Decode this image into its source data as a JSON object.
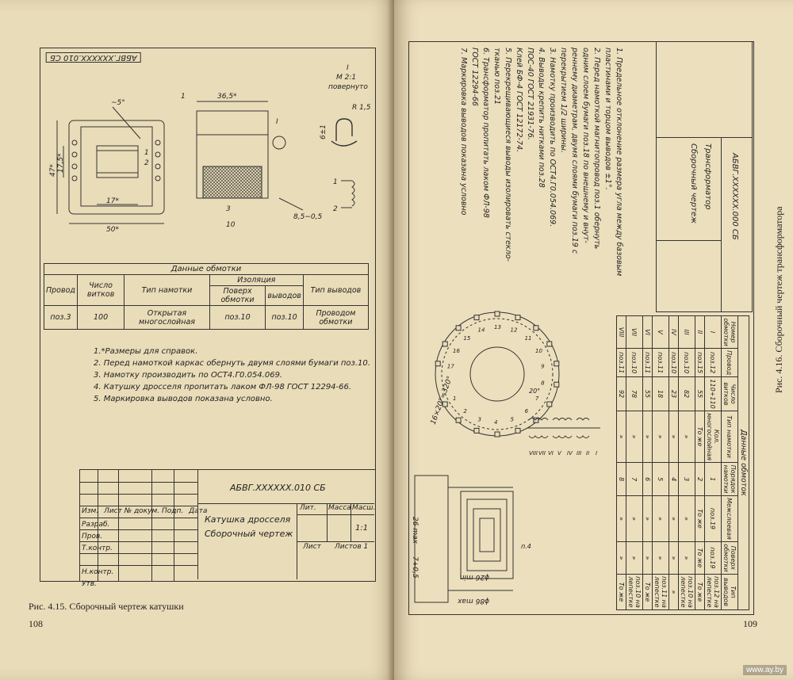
{
  "left_page": {
    "doc_code_top": "АБВГ.XXXXXX.010 СБ",
    "detail_view": {
      "roman": "I",
      "scale": "М 2:1",
      "note": "повернуто",
      "dim_r": "R 1,5",
      "dim_6": "6±1"
    },
    "dims": {
      "angle": "~5°",
      "d36": "36,5*",
      "d47": "47*",
      "d17_5": "17,5*",
      "d17": "17*",
      "d50": "50*",
      "d8": "8,5−0,5",
      "pos1": "1",
      "pos2": "2",
      "pos3": "3",
      "pos10": "10",
      "callout_I": "I",
      "lead1": "1",
      "lead2": "2"
    },
    "winding_table": {
      "title": "Данные обмотки",
      "h_wire": "Провод",
      "h_turns": "Число витков",
      "h_type": "Тип намотки",
      "h_insulation": "Изоляция",
      "h_over": "Поверх обмотки",
      "h_leads_ins": "выводов",
      "h_lead_type": "Тип выводов",
      "r_wire": "поз.3",
      "r_turns": "100",
      "r_type": "Открытая многослойная",
      "r_over": "поз.10",
      "r_leads_ins": "поз.10",
      "r_lead_type": "Проводом обмотки"
    },
    "notes": [
      "1.*Размеры для справок.",
      "2. Перед намоткой каркас обернуть двумя слоями бумаги поз.10.",
      "3. Намотку производить по ОСТ4.Г0.054.069.",
      "4. Катушку дросселя пропитать лаком ФЛ-98 ГОСТ 12294-66.",
      "5. Маркировка выводов показана условно."
    ],
    "title_block": {
      "code": "АБВГ.XXXXXX.010 СБ",
      "name1": "Катушка дросселя",
      "name2": "Сборочный чертеж",
      "lit": "Лит.",
      "mass": "Масса",
      "scale_h": "Масш.",
      "scale": "1:1",
      "sheet": "Лист",
      "sheets": "Листов 1",
      "rows": [
        "Изм.",
        "Лист",
        "№ докум.",
        "Подп.",
        "Дата"
      ],
      "roles": [
        "Разраб.",
        "Пров.",
        "Т.контр.",
        "",
        "Н.контр.",
        "Утв."
      ]
    },
    "caption": "Рис. 4.15. Сборочный чертеж катушки",
    "page_number": "108"
  },
  "right_page": {
    "caption": "Рис. 4.16. Сборочный чертеж трансформатора",
    "page_number": "109",
    "doc_code": "АБВГ.XXXXXX.000 СБ",
    "title1": "Трансформатор",
    "title2": "Сборочный чертеж",
    "notes": [
      "1. Предельное отклонение размера угла между базовым",
      "пластинами и торцом выводов ±1°.",
      "2. Перед намоткой магнитопровод поз.1 обернуть",
      "одним слоем бумаги поз.18 по внешнему и внут-",
      "реннему диаметрам, двумя слоями бумаги поз.19 с",
      "перекрытием 1/2 ширины.",
      "3. Намотку производить по ОСТ4.Г0.054.069.",
      "4. Выводы крепить нитками поз.28",
      "ПОС-40 ГОСТ 21931-76.",
      "Клей БФ-4 ГОСТ 12172-74.",
      "5. Перекрещивающиеся выводы изолировать стекло-",
      "тканью поз.21",
      "6. Трансформатор пропитать лаком ФЛ-98",
      "ГОСТ 12294-66",
      "7. Маркировка выводов показана условно"
    ],
    "dims": {
      "angle": "16×20°=320°",
      "a20": "20°",
      "d86": "ϕ86 max",
      "d26": "ϕ26 min",
      "h26": "26 max",
      "h7": "7+0,5",
      "p4": "п.4"
    },
    "pins": [
      "17",
      "16",
      "15",
      "14",
      "13",
      "12",
      "11",
      "10",
      "9",
      "8",
      "7",
      "6",
      "5",
      "4",
      "3",
      "2",
      "1"
    ],
    "romans": [
      "VIII",
      "VII",
      "VI",
      "V",
      "IV",
      "III",
      "II",
      "I"
    ],
    "winding_table": {
      "title": "Данные обмоток",
      "headers": [
        "Номер обмотки",
        "Провод",
        "Число витков",
        "Тип намотки",
        "Порядок намотки",
        "Межслоевая",
        "Поверх обмотки",
        "Тип выводов"
      ],
      "rows": [
        [
          "I",
          "поз.12",
          "110+110",
          "Кол. многослойная",
          "1",
          "поз.19",
          "поз.12 на лепестке"
        ],
        [
          "II",
          "поз.15",
          "55",
          "То же",
          "2",
          "То же",
          "То же"
        ],
        [
          "III",
          "поз.10",
          "82",
          "»",
          "3",
          "»",
          "поз.10 на лепестке"
        ],
        [
          "IV",
          "поз.10",
          "23",
          "»",
          "4",
          "»",
          "»"
        ],
        [
          "V",
          "поз.11",
          "18",
          "»",
          "5",
          "»",
          "поз.11 на лепестке"
        ],
        [
          "VI",
          "поз.11",
          "55",
          "»",
          "6",
          "»",
          "То же"
        ],
        [
          "VII",
          "поз.10",
          "78",
          "»",
          "7",
          "»",
          "поз.10 на лепестке"
        ],
        [
          "VIII",
          "поз.11",
          "92",
          "»",
          "8",
          "»",
          "То же"
        ]
      ]
    }
  },
  "watermark": "www.ay.by",
  "colors": {
    "paper": "#e9dcb8",
    "ink": "#222222",
    "cover": "#2b4a6b"
  }
}
